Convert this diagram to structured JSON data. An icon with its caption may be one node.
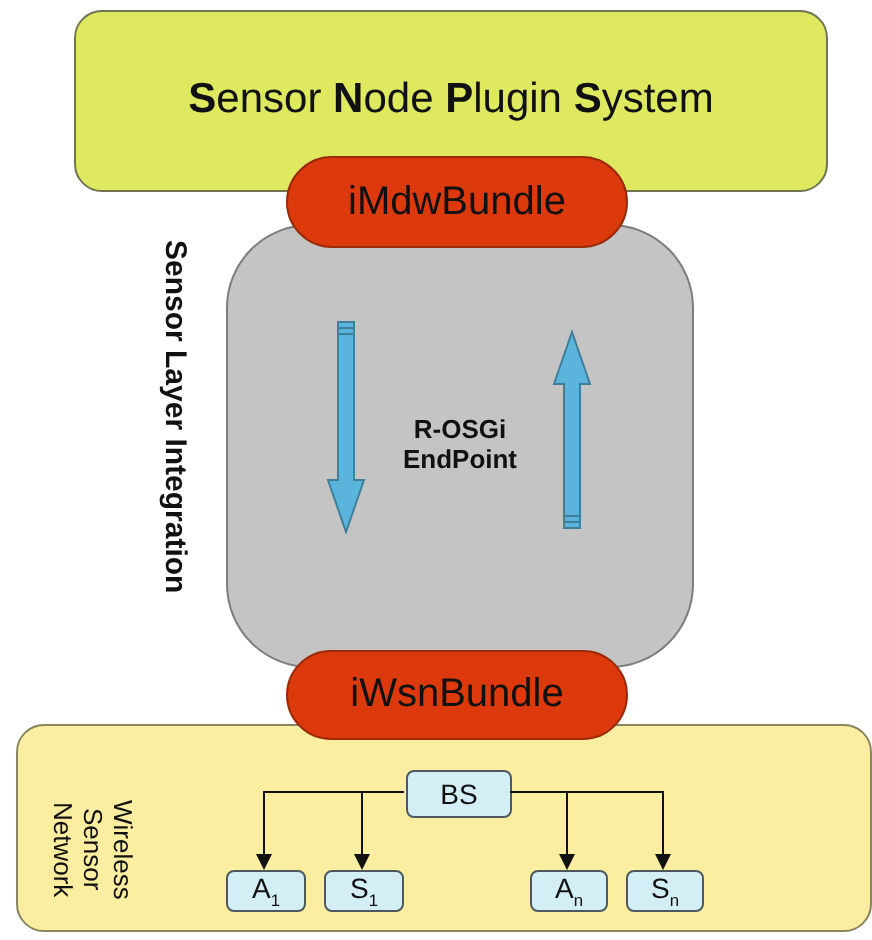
{
  "diagram": {
    "nodes": [
      {
        "text": [
          "**S**ensor **N**ode **P**lugin **S**ystem"
        ]
      },
      {
        "text": [
          "iMdwBundle"
        ]
      },
      {
        "text": [
          "R-OSGi EndPoint"
        ],
        "beside": [
          "Sensor Layer Integration"
        ]
      },
      {
        "text": [
          "iWsnBundle"
        ]
      },
      {
        "text": [
          "Wireless Sensor Network"
        ]
      },
      {
        "text": [
          "BS"
        ],
        "in": 4
      },
      {
        "text": [
          "A$_{1}$"
        ],
        "in": 4
      },
      {
        "text": [
          "S$_{1}$"
        ],
        "in": 4
      },
      {
        "text": [
          "A$_{n}$"
        ],
        "in": 4
      },
      {
        "text": [
          "S$_{n}$"
        ],
        "in": 4
      }
    ],
    "edges": [
      {
        "from": 5,
        "to": 6,
        "arrow": "to"
      },
      {
        "from": 5,
        "to": 7,
        "arrow": "to"
      },
      {
        "from": 5,
        "to": 8,
        "arrow": "to"
      },
      {
        "from": 5,
        "to": 9,
        "arrow": "to"
      }
    ]
  }
}
